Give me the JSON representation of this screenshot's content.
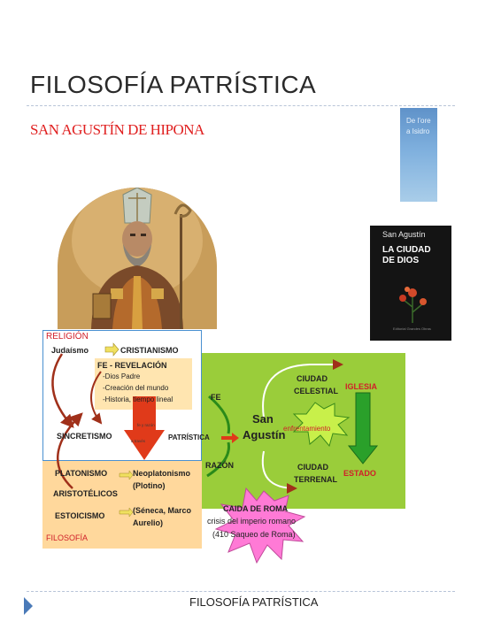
{
  "slide": {
    "title": "FILOSOFÍA PATRÍSTICA",
    "subtitle": "SAN AGUSTÍN DE HIPONA",
    "footer": "FILOSOFÍA PATRÍSTICA"
  },
  "mini_book": {
    "line1": "De l’ore",
    "line2": "a Isidro"
  },
  "book": {
    "author": "San Agustín",
    "title_line1": "LA CIUDAD",
    "title_line2": "DE DIOS",
    "publisher": "Editorial Grandes Obras"
  },
  "diagram": {
    "religion": "RELIGIÓN",
    "judaismo": "Judaísmo",
    "cristianismo": "CRISTIANISMO",
    "fe_revelacion": "FE - REVELACIÓN",
    "fe_items": [
      "-Dios Padre",
      "-Creación del mundo",
      "-Historia, tiempo lineal"
    ],
    "sincretismo": "SINCRETISMO",
    "tiny_label_1": "fe y razón",
    "tiny_label_2": "a través",
    "patristica": "PATRÍSTICA",
    "platonismo": "PLATONISMO",
    "neoplatonismo": "Neoplatonismo",
    "plotino": "(Plotino)",
    "aristotelicos": "ARISTOTÉLICOS",
    "estoicismo": "ESTOICISMO",
    "seneca": "(Séneca, Marco",
    "aurelio": "Aurelio)",
    "filosofia": "FILOSOFÍA",
    "fe": "FE",
    "razon": "RAZÓN",
    "san": "San",
    "agustin": "Agustín",
    "ciudad1": "CIUDAD",
    "celestial": "CELESTIAL",
    "iglesia": "IGLESIA",
    "enfrentamiento": "enfrentamiento",
    "ciudad2": "CIUDAD",
    "terrenal": "TERRENAL",
    "estado": "ESTADO",
    "caida": "CAIDA DE ROMA",
    "crisis": "crisis del imperio romano",
    "saqueo": "(410 Saqueo de Roma)"
  },
  "colors": {
    "title": "#2a2a2a",
    "subtitle": "#e02020",
    "diagram_green": "#9acd3a",
    "diagram_orange": "#ffd89c",
    "accent_red": "#d0202a",
    "arrow_red": "#e03a1a",
    "starburst_pink": "#ff7ad6"
  }
}
